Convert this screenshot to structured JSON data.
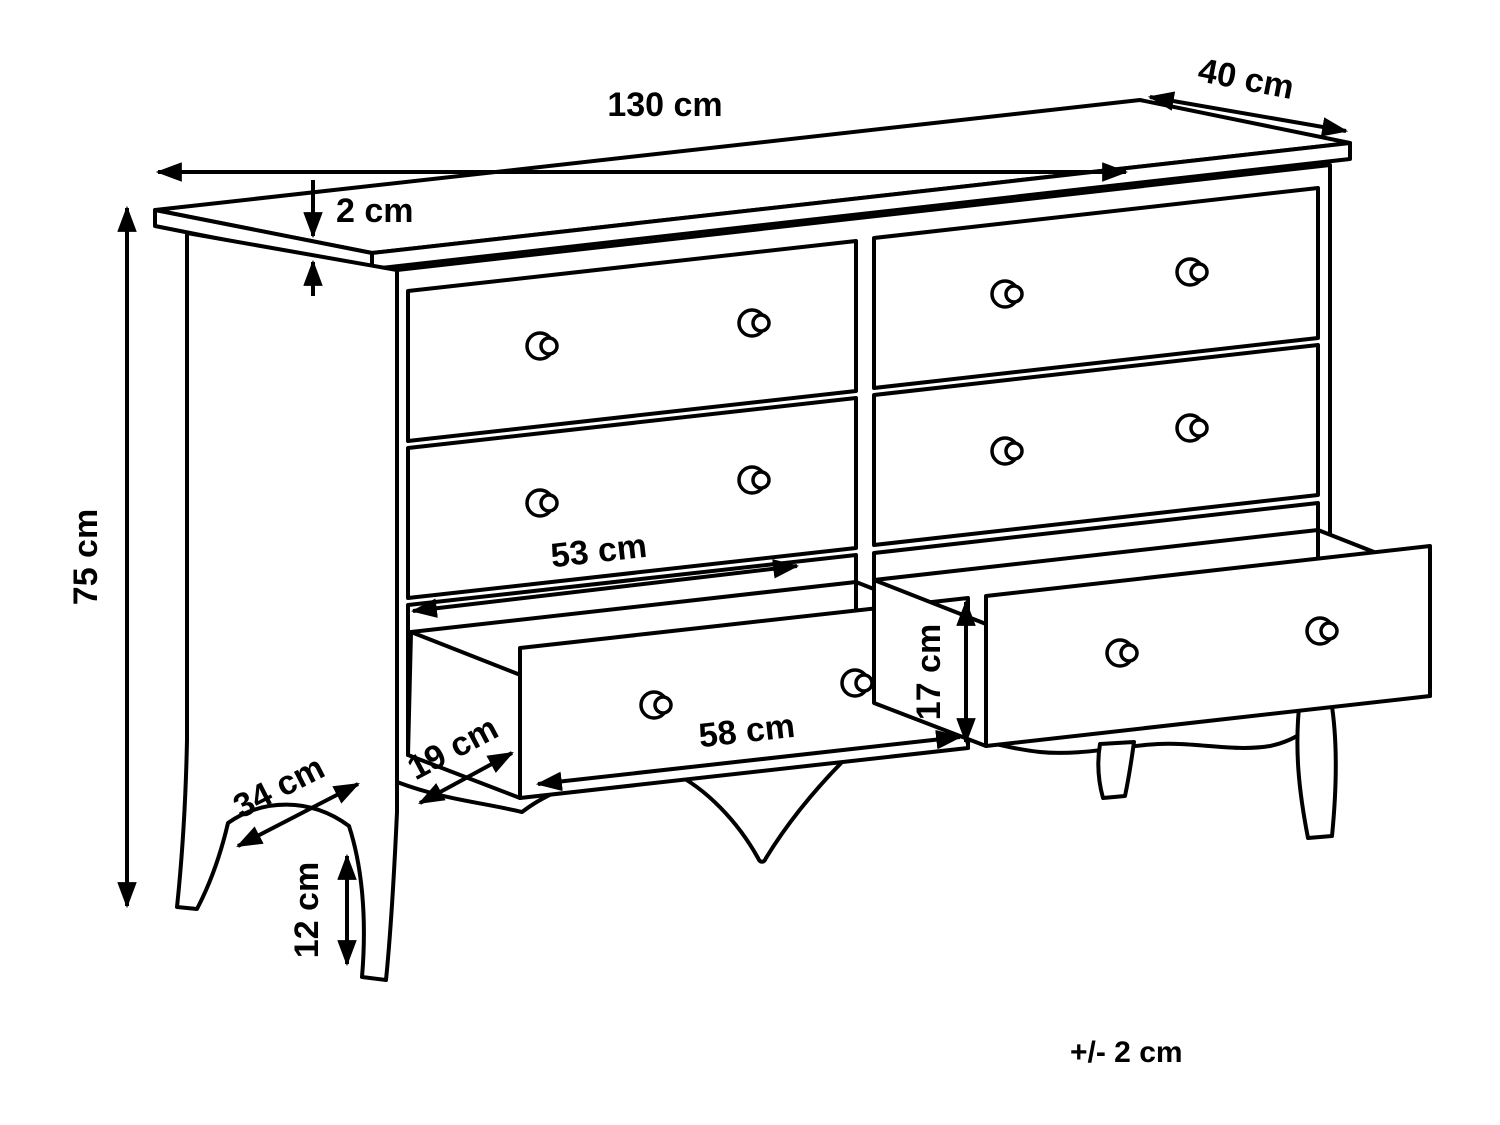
{
  "diagram": {
    "subject": "six-drawer dresser technical dimension drawing, two bottom drawers pulled open",
    "colors": {
      "line": "#000000",
      "background": "#ffffff"
    },
    "dimensions": {
      "width": "130 cm",
      "depth": "40 cm",
      "top_thickness": "2 cm",
      "height": "75 cm",
      "drawer_interior_width": "53 cm",
      "drawer_front_width": "58 cm",
      "drawer_front_height": "17 cm",
      "drawer_side_inset": "19 cm",
      "base_depth": "34 cm",
      "leg_height": "12 cm"
    },
    "tolerance": "+/- 2 cm"
  }
}
